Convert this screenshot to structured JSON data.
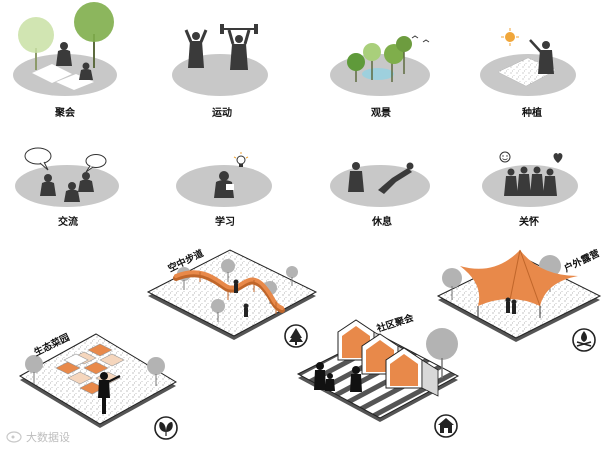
{
  "activities": [
    {
      "label": "聚会",
      "icon": "gathering-icon"
    },
    {
      "label": "运动",
      "icon": "exercise-icon"
    },
    {
      "label": "观景",
      "icon": "sightseeing-icon"
    },
    {
      "label": "种植",
      "icon": "planting-icon"
    },
    {
      "label": "交流",
      "icon": "conversation-icon"
    },
    {
      "label": "学习",
      "icon": "learning-icon"
    },
    {
      "label": "休息",
      "icon": "rest-icon"
    },
    {
      "label": "关怀",
      "icon": "care-icon"
    }
  ],
  "scenes": {
    "garden": {
      "label": "生态菜园",
      "badge": "leaves-icon"
    },
    "skywalk": {
      "label": "空中步道",
      "badge": "tree-icon"
    },
    "community": {
      "label": "社区聚会",
      "badge": "house-icon"
    },
    "camp": {
      "label": "户外露营",
      "badge": "campfire-icon"
    }
  },
  "watermark": "大数据设",
  "colors": {
    "ellipse": "#c8c8c8",
    "figure": "#3a3a3a",
    "accent": "#e8894a",
    "tree_green": "#7fae4b",
    "tree_gray": "#b3b3b3"
  }
}
